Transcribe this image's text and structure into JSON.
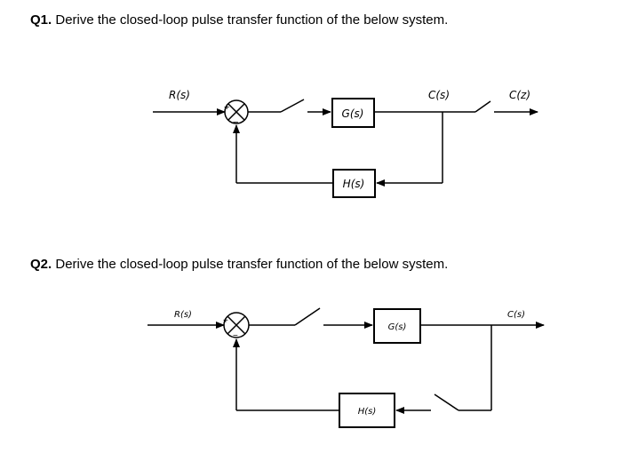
{
  "q1": {
    "number": "Q1.",
    "text": " Derive the closed-loop pulse transfer function of the below system.",
    "diagram": {
      "input_label": "R(s)",
      "forward_block": "G(s)",
      "feedback_block": "H(s)",
      "output_label": "C(s)",
      "sampled_output_label": "C(z)",
      "summer_plus": "+",
      "summer_minus": "−"
    }
  },
  "q2": {
    "number": "Q2.",
    "text": " Derive the closed-loop pulse transfer function of the below system.",
    "diagram": {
      "input_label": "R(s)",
      "forward_block": "G(s)",
      "feedback_block": "H(s)",
      "output_label": "C(s)",
      "summer_plus": "+",
      "summer_minus": "−"
    }
  }
}
